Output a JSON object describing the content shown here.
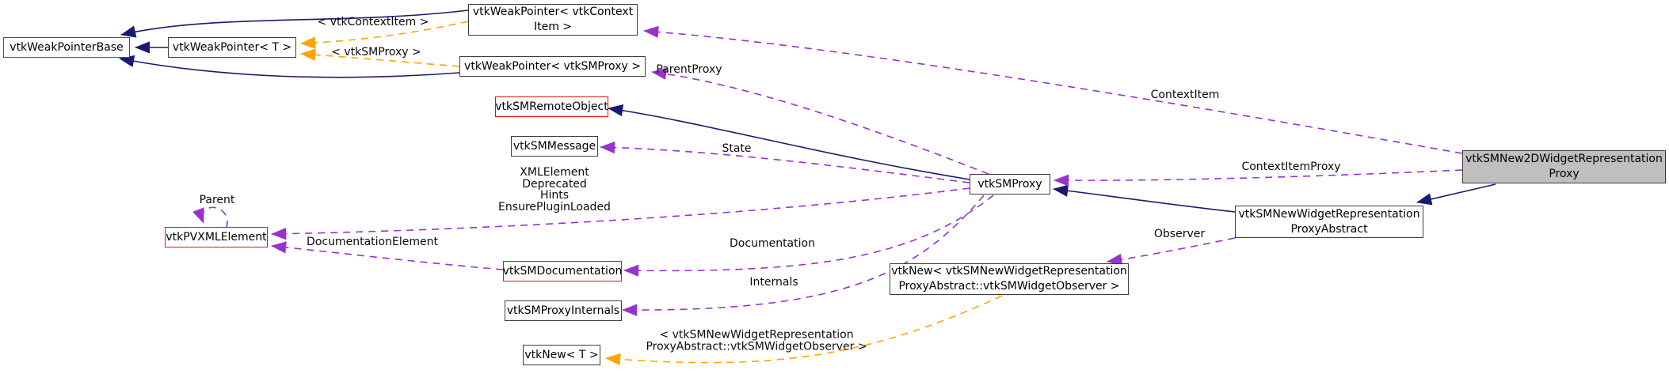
{
  "diagram": {
    "type": "class-collaboration-graph",
    "colors": {
      "inheritance_edge": "#191970",
      "usage_edge": "#9932cc",
      "template_edge": "#ffa500",
      "node_border": "#3e3e3e",
      "truncated_node_border": "#f40d0d",
      "highlight_node_fill": "#bfbfbf",
      "background": "#ffffff"
    },
    "nodes": {
      "weak_pointer_base": {
        "label": "vtkWeakPointerBase"
      },
      "weak_pointer_t": {
        "label": "vtkWeakPointer< T >"
      },
      "weak_pointer_context_item": {
        "line1": "vtkWeakPointer< vtkContext",
        "line2": "Item >"
      },
      "weak_pointer_smproxy": {
        "label": "vtkWeakPointer< vtkSMProxy >"
      },
      "sm_remote_object": {
        "label": "vtkSMRemoteObject"
      },
      "sm_message": {
        "label": "vtkSMMessage"
      },
      "pv_xml_element": {
        "label": "vtkPVXMLElement"
      },
      "sm_documentation": {
        "label": "vtkSMDocumentation"
      },
      "sm_proxy_internals": {
        "label": "vtkSMProxyInternals"
      },
      "new_t": {
        "label": "vtkNew< T >"
      },
      "sm_proxy": {
        "label": "vtkSMProxy"
      },
      "new_widget_observer": {
        "line1": "vtkNew< vtkSMNewWidgetRepresentation",
        "line2": "ProxyAbstract::vtkSMWidgetObserver >"
      },
      "new_widget_rep_proxy_abstract": {
        "line1": "vtkSMNewWidgetRepresentation",
        "line2": "ProxyAbstract"
      },
      "new_2d_widget_rep_proxy": {
        "line1": "vtkSMNew2DWidgetRepresentation",
        "line2": "Proxy"
      }
    },
    "edge_labels": {
      "template_context_item": "< vtkContextItem >",
      "template_smproxy": "< vtkSMProxy >",
      "context_item": "ContextItem",
      "parent_proxy": "ParentProxy",
      "state": "State",
      "members": {
        "line1": "XMLElement",
        "line2": "Deprecated",
        "line3": "Hints",
        "line4": "EnsurePluginLoaded"
      },
      "parent": "Parent",
      "documentation_element": "DocumentationElement",
      "documentation": "Documentation",
      "internals": "Internals",
      "template_observer": {
        "line1": "< vtkSMNewWidgetRepresentation",
        "line2": "ProxyAbstract::vtkSMWidgetObserver >"
      },
      "observer": "Observer",
      "context_item_proxy": "ContextItemProxy"
    }
  }
}
